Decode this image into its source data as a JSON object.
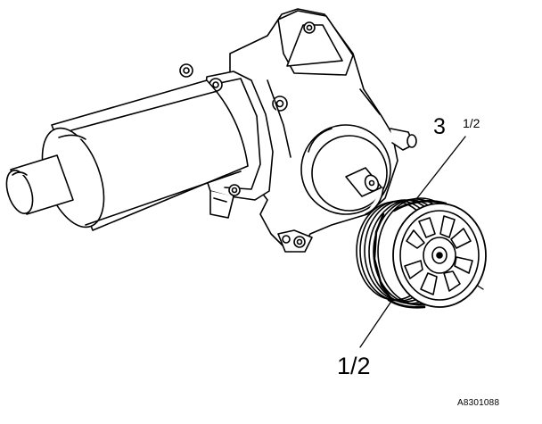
{
  "callouts": {
    "top_number": "3",
    "top_fraction": "1/2",
    "bottom": "1/2"
  },
  "figure_code": "A8301088",
  "colors": {
    "line": "#000000",
    "background": "#ffffff"
  }
}
